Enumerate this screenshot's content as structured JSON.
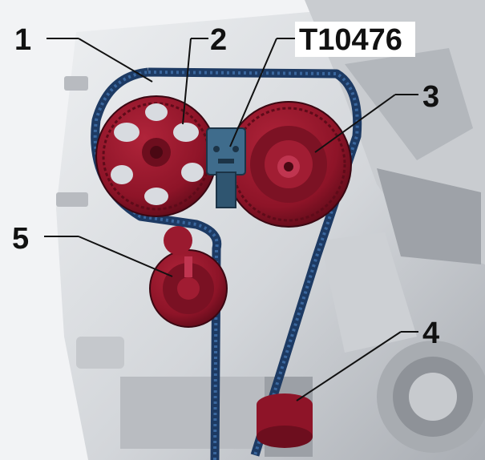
{
  "callouts": {
    "c1": "1",
    "c2": "2",
    "c3": "3",
    "c4": "4",
    "c5": "5",
    "tool": "T10476"
  },
  "colors": {
    "sprocket": "#8e1428",
    "sprocket_dark": "#5e0b19",
    "belt": "#1d3a63",
    "belt_tooth": "#2d5387",
    "tool": "#3f6c8c",
    "engine_light": "#e4e6e9",
    "engine_mid": "#c1c4c9",
    "engine_dark": "#85898f"
  },
  "icons": [
    "engine-block",
    "camshaft-sprocket",
    "timing-belt",
    "tensioner-pulley",
    "crankshaft-sprocket",
    "idler-pulley",
    "locking-tool"
  ]
}
